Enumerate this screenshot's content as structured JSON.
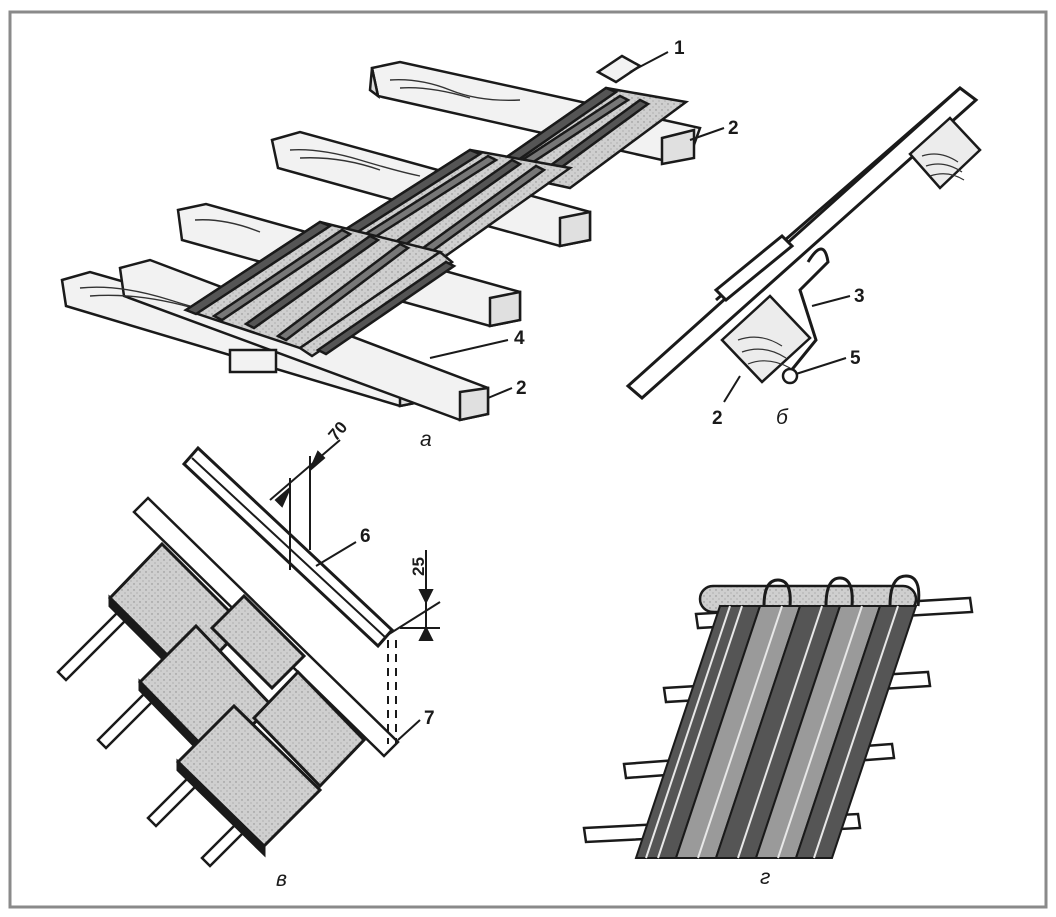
{
  "figure": {
    "panels": [
      {
        "id": "a",
        "caption": "а",
        "callouts": [
          "1",
          "2",
          "2",
          "4"
        ]
      },
      {
        "id": "b",
        "caption": "б",
        "callouts": [
          "3",
          "5",
          "2"
        ]
      },
      {
        "id": "v",
        "caption": "в",
        "callouts": [
          "6",
          "7"
        ],
        "dimensions": [
          "70",
          "25"
        ]
      },
      {
        "id": "g",
        "caption": "г",
        "callouts": []
      }
    ]
  },
  "colors": {
    "ink": "#1a1a1a",
    "sheet_fill": "#c9c9c9",
    "wood_fill": "#e8e8e8",
    "background": "#ffffff",
    "frame": "#8a8a8a"
  }
}
